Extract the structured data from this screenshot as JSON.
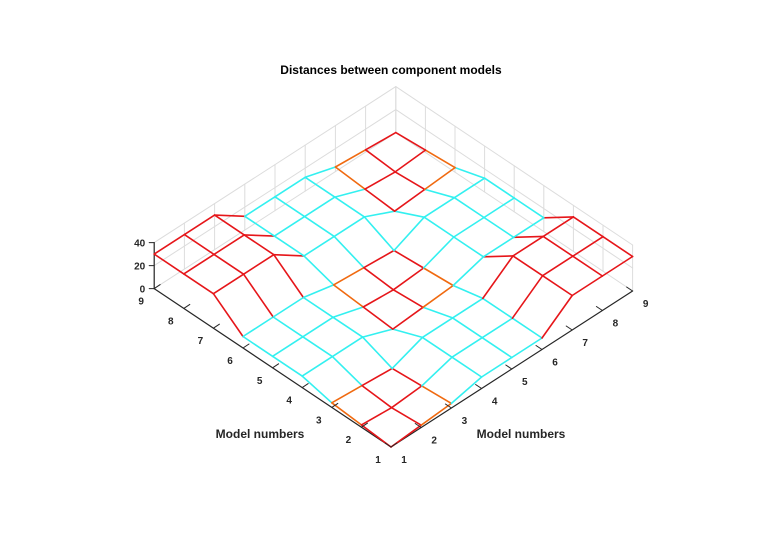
{
  "chart_data": {
    "type": "surface",
    "title": "Distances between component models",
    "xlabel": "Model numbers",
    "ylabel": "Model numbers",
    "zlabel": "",
    "x": [
      1,
      2,
      3,
      4,
      5,
      6,
      7,
      8,
      9
    ],
    "y": [
      1,
      2,
      3,
      4,
      5,
      6,
      7,
      8,
      9
    ],
    "zlim": [
      0,
      40
    ],
    "zticks": [
      0,
      20,
      40
    ],
    "grid": true,
    "edge_colors": {
      "high": "#e6161a",
      "mid": "#f06a10",
      "low": "#33f0f0"
    },
    "z": [
      [
        0,
        2,
        4,
        10,
        10,
        10,
        30,
        30,
        30
      ],
      [
        2,
        0,
        2,
        10,
        10,
        10,
        30,
        30,
        30
      ],
      [
        4,
        2,
        0,
        10,
        10,
        10,
        30,
        30,
        30
      ],
      [
        10,
        10,
        10,
        0,
        2,
        4,
        12,
        12,
        12
      ],
      [
        10,
        10,
        10,
        2,
        0,
        2,
        12,
        12,
        12
      ],
      [
        10,
        10,
        10,
        4,
        2,
        0,
        12,
        12,
        12
      ],
      [
        30,
        30,
        30,
        12,
        12,
        12,
        0,
        2,
        4
      ],
      [
        30,
        30,
        30,
        12,
        12,
        12,
        2,
        0,
        2
      ],
      [
        30,
        30,
        30,
        12,
        12,
        12,
        4,
        2,
        0
      ]
    ]
  }
}
